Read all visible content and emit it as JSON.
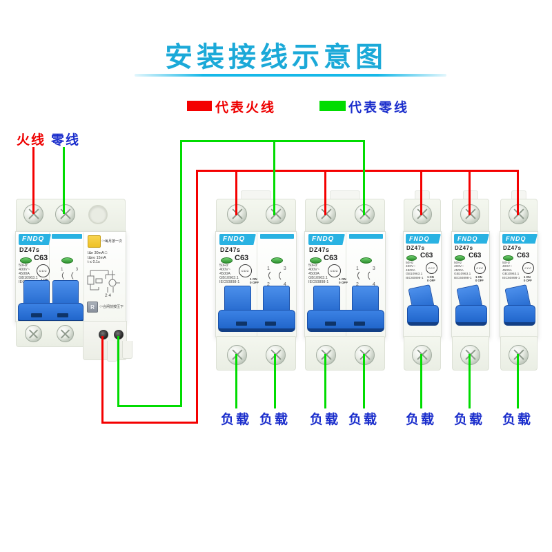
{
  "title": "安装接线示意图",
  "legend": {
    "live": "代表火线",
    "neutral": "代表零线"
  },
  "inputs": {
    "live": "火线",
    "neutral": "零线"
  },
  "loads": [
    "负载",
    "负载",
    "负载",
    "负载",
    "负载",
    "负载",
    "负载"
  ],
  "breaker_common": {
    "brand": "FNDQ",
    "model": "DZ47s",
    "rating": "C63",
    "specs": [
      "50Hz",
      "400V~",
      "4500A",
      "GB10963.1",
      "IEC60898-1"
    ],
    "on_mark": "1 ON",
    "off_mark": "0 OFF",
    "ccc_mark": "CCC",
    "contacts_top": "1 3",
    "contacts_bottom": "2 4"
  },
  "rcbo": {
    "press_icon": "⇦",
    "test_label": "每月按一次",
    "residual": [
      "IΔn  30mA □",
      "IΔno 15mA",
      "t ≤ 0.1s"
    ],
    "reset_button": "R",
    "reset_label": "合闸前按压下",
    "diagram_pins": "2 4"
  },
  "colors": {
    "live": "#f40000",
    "neutral": "#00dc00",
    "title": "#1ba9d8",
    "underline": "#16b8e8",
    "textred": "#ee0000",
    "textblue": "#1b2ecc",
    "banner": "#29b2e2",
    "handle": "#2166cb"
  }
}
